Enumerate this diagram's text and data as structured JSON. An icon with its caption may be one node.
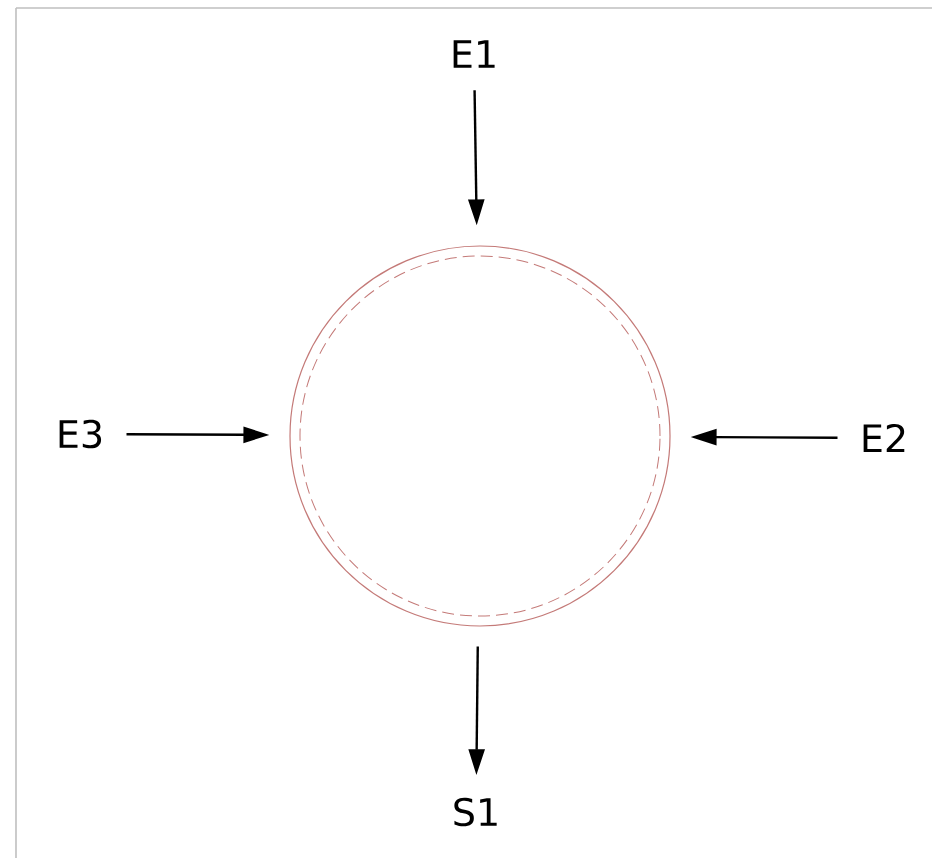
{
  "diagram": {
    "nodes": [
      {
        "text": [
          "E1"
        ]
      },
      {
        "text": [
          "E3"
        ]
      },
      {
        "text": [],
        "shape": "circle"
      },
      {
        "text": [
          "E2"
        ]
      },
      {
        "text": [
          "S1"
        ]
      }
    ],
    "edges": [
      {
        "from": 0,
        "to": 2,
        "arrow": "to"
      },
      {
        "from": 3,
        "to": 2,
        "arrow": "to"
      },
      {
        "from": 1,
        "to": 2,
        "arrow": "to"
      },
      {
        "from": 2,
        "to": 4,
        "arrow": "to"
      }
    ]
  }
}
